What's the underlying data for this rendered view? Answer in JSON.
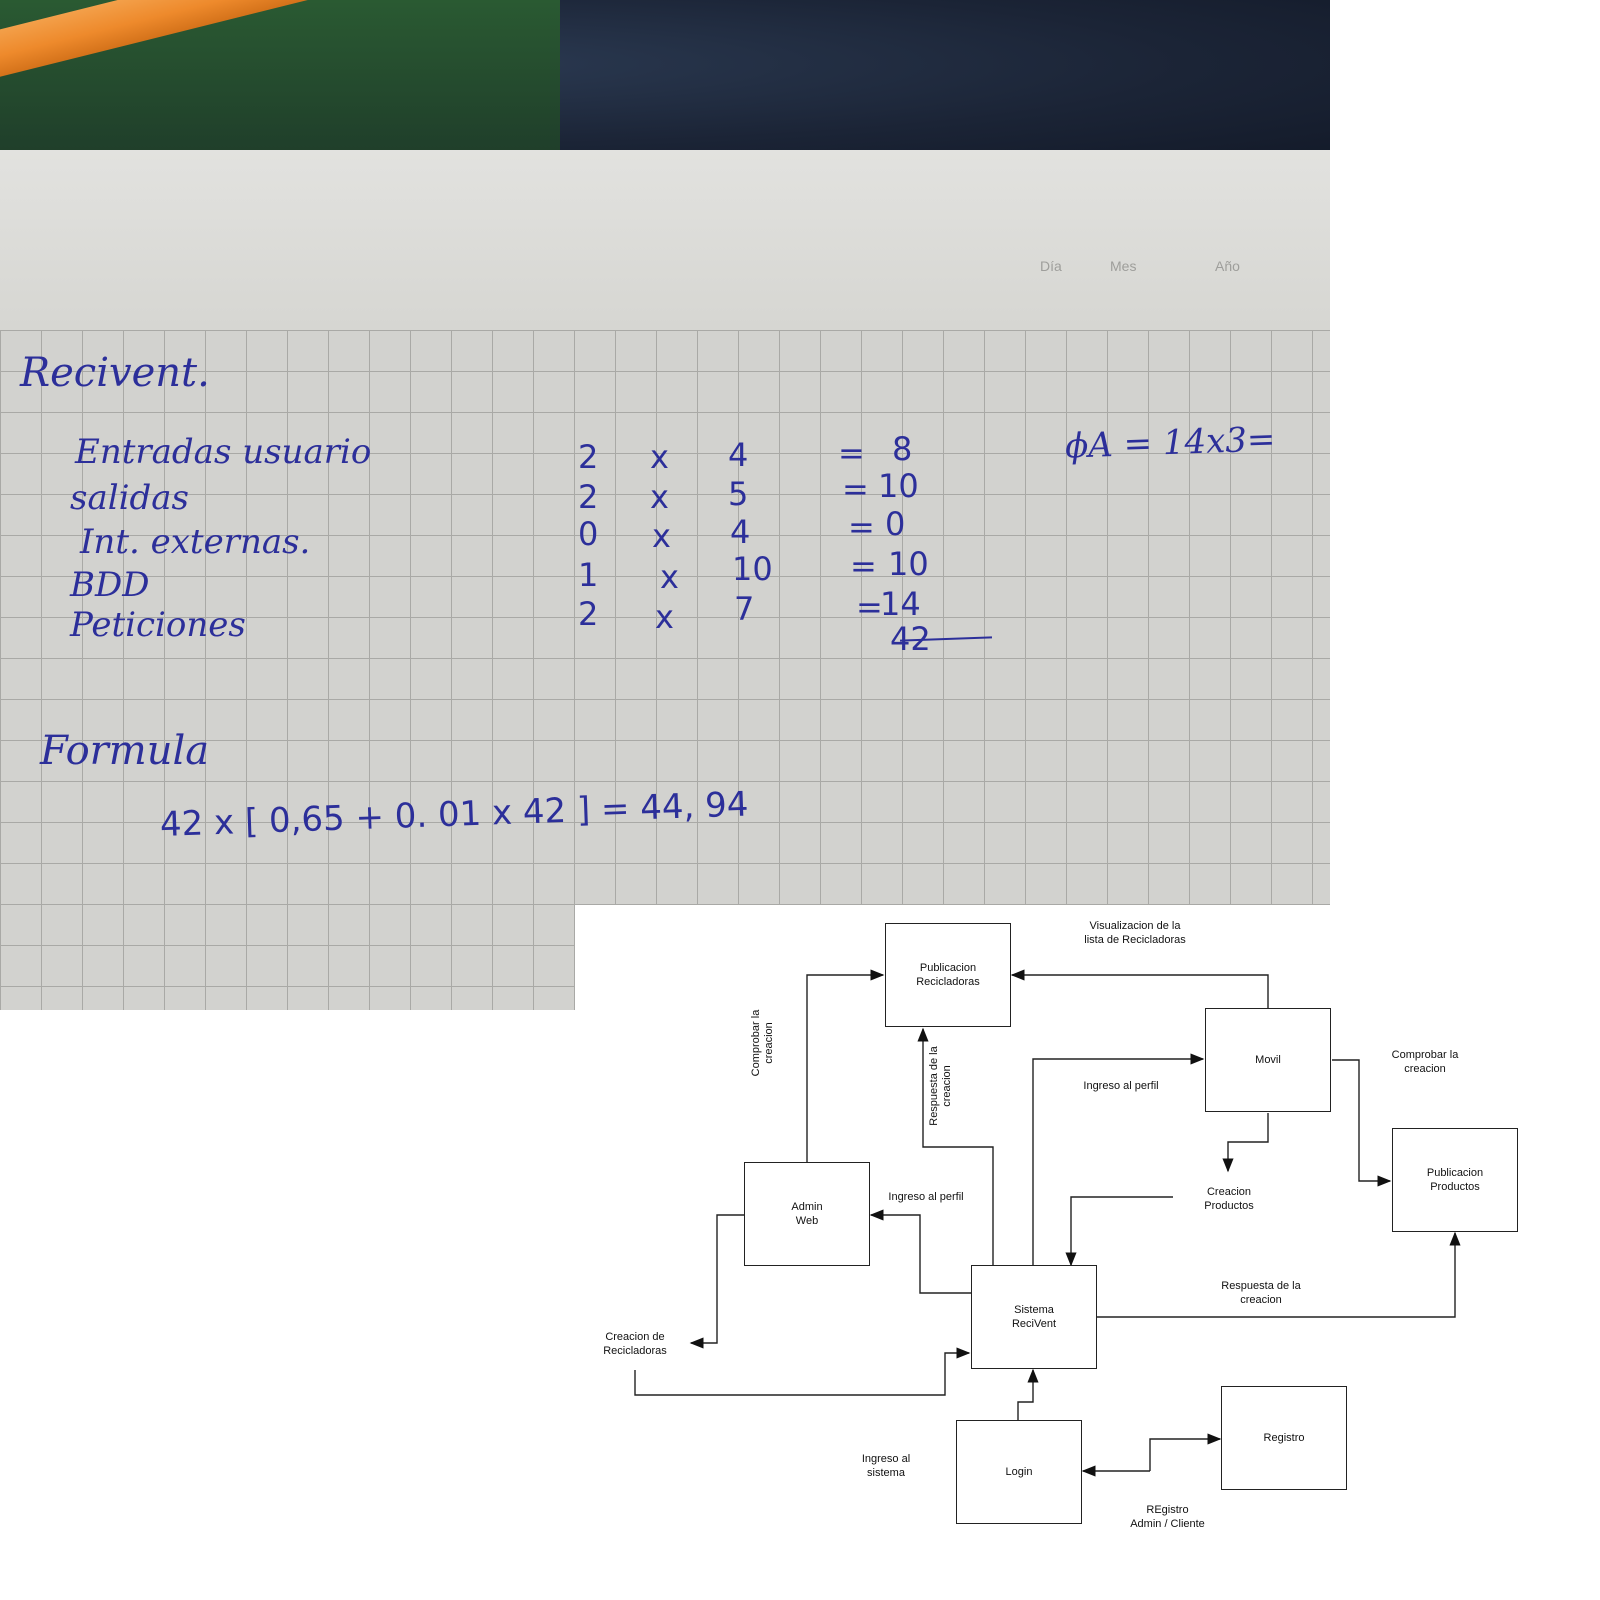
{
  "notebook": {
    "header_labels": [
      "Día",
      "Mes",
      "Año"
    ],
    "title": "Recivent.",
    "rows": [
      {
        "label": "Entradas usuario",
        "a": "2",
        "op": "x",
        "b": "4",
        "eq": "=",
        "result": "8"
      },
      {
        "label": "salidas",
        "a": "2",
        "op": "x",
        "b": "5",
        "eq": "=",
        "result": "10"
      },
      {
        "label": "Int. externas.",
        "a": "0",
        "op": "x",
        "b": "4",
        "eq": "=",
        "result": "0"
      },
      {
        "label": "BDD",
        "a": "1",
        "op": "x",
        "b": "10",
        "eq": "=",
        "result": "10"
      },
      {
        "label": "Peticiones",
        "a": "2",
        "op": "x",
        "b": "7",
        "eq": "=",
        "result": "14"
      }
    ],
    "total": "42",
    "side_note": "ϕA = 14x3=",
    "formula_title": "Formula",
    "formula": "42 x [ 0,65 + 0. 01   x 42 ] = 44, 94"
  },
  "diagram": {
    "boxes": {
      "publicacion_recicladoras": "Publicacion\nRecicladoras",
      "movil": "Movil",
      "admin_web": "Admin\nWeb",
      "publicacion_productos": "Publicacion\nProductos",
      "sistema": "Sistema\nReciVent",
      "login": "Login",
      "registro": "Registro"
    },
    "labels": {
      "visualizacion": "Visualizacion de la\nlista de Recicladoras",
      "comprobar_left": "Comprobar la\ncreacion",
      "respuesta_vertical": "Respuesta de la\ncreacion",
      "ingreso_perfil_movil": "Ingreso al perfil",
      "comprobar_right": "Comprobar la\ncreacion",
      "creacion_productos": "Creacion\nProductos",
      "ingreso_perfil_admin": "Ingreso al perfil",
      "respuesta_right": "Respuesta de la\ncreacion",
      "creacion_recicladoras": "Creacion de\nRecicladoras",
      "ingreso_sistema": "Ingreso al\nsistema",
      "registro_admin": "REgistro\nAdmin / Cliente"
    }
  }
}
